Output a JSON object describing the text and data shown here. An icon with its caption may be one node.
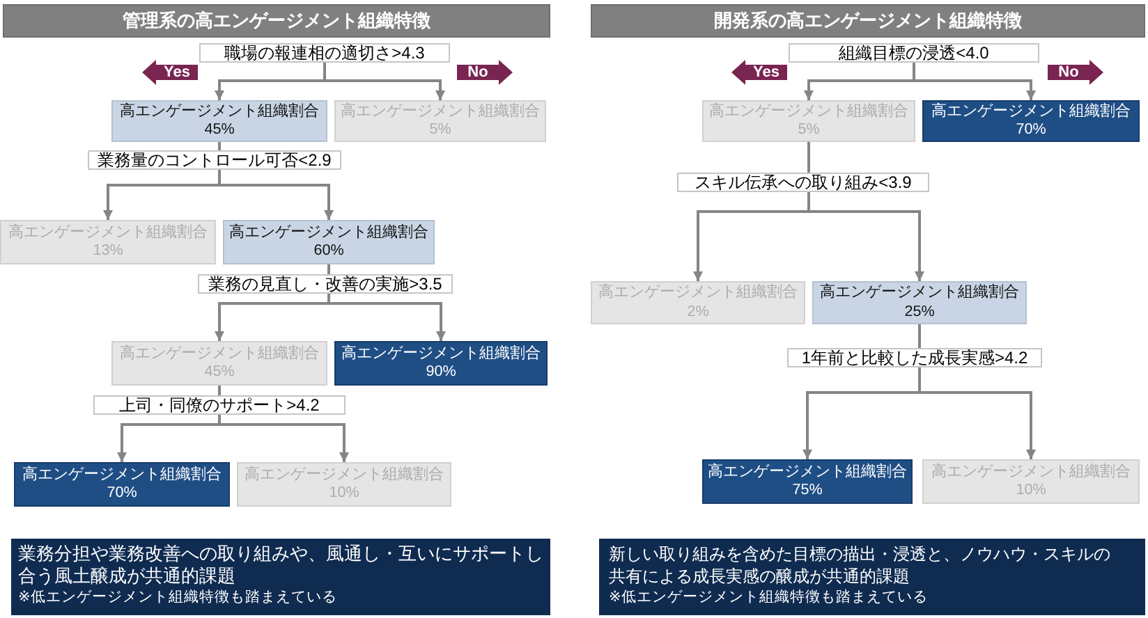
{
  "diagram": {
    "nodes": [
      {
        "text": [
          "管理系の高エンゲージメント組織特徴"
        ]
      },
      {
        "text": [
          "職場の報連相の適切さ>4.3"
        ]
      },
      {
        "text": [
          "Yes"
        ]
      },
      {
        "text": [
          "No"
        ]
      },
      {
        "text": [
          "高エンゲージメント組織割合",
          "45%"
        ]
      },
      {
        "text": [
          "高エンゲージメント組織割合",
          "5%"
        ]
      },
      {
        "text": [
          "業務量のコントロール可否<2.9"
        ]
      },
      {
        "text": [
          "高エンゲージメント組織割合",
          "13%"
        ]
      },
      {
        "text": [
          "高エンゲージメント組織割合",
          "60%"
        ]
      },
      {
        "text": [
          "業務の見直し・改善の実施>3.5"
        ]
      },
      {
        "text": [
          "高エンゲージメント組織割合",
          "45%"
        ]
      },
      {
        "text": [
          "高エンゲージメント組織割合",
          "90%"
        ]
      },
      {
        "text": [
          "上司・同僚のサポート>4.2"
        ]
      },
      {
        "text": [
          "高エンゲージメント組織割合",
          "70%"
        ]
      },
      {
        "text": [
          "高エンゲージメント組織割合",
          "10%"
        ]
      },
      {
        "text": [
          "業務分担や業務改善への取り組みや、風通し・互いにサポートし合う風土醸成が共通的課題",
          "※低エンゲージメント組織特徴も踏まえている"
        ]
      },
      {
        "text": [
          "開発系の高エンゲージメント組織特徴"
        ]
      },
      {
        "text": [
          "組織目標の浸透<4.0"
        ]
      },
      {
        "text": [
          "Yes"
        ]
      },
      {
        "text": [
          "No"
        ]
      },
      {
        "text": [
          "高エンゲージメント組織割合",
          "5%"
        ]
      },
      {
        "text": [
          "高エンゲージメント組織割合",
          "70%"
        ]
      },
      {
        "text": [
          "スキル伝承への取り組み<3.9"
        ]
      },
      {
        "text": [
          "高エンゲージメント組織割合",
          "2%"
        ]
      },
      {
        "text": [
          "高エンゲージメント組織割合",
          "25%"
        ]
      },
      {
        "text": [
          "1年前と比較した成長実感>4.2"
        ]
      },
      {
        "text": [
          "高エンゲージメント組織割合",
          "75%"
        ]
      },
      {
        "text": [
          "高エンゲージメント組織割合",
          "10%"
        ]
      },
      {
        "text": [
          "新しい取り組みを含めた目標の描出・浸透と、ノウハウ・スキルの共有による成長実感の醸成が共通的課題",
          "※低エンゲージメント組織特徴も踏まえている"
        ]
      }
    ],
    "edges": [
      {
        "from": 1,
        "to": 4,
        "arrow": "to"
      },
      {
        "from": 1,
        "to": 5,
        "arrow": "to"
      },
      {
        "from": 4,
        "to": 6,
        "arrow": "none"
      },
      {
        "from": 6,
        "to": 7,
        "arrow": "to"
      },
      {
        "from": 6,
        "to": 8,
        "arrow": "to"
      },
      {
        "from": 8,
        "to": 9,
        "arrow": "none"
      },
      {
        "from": 9,
        "to": 10,
        "arrow": "to"
      },
      {
        "from": 9,
        "to": 11,
        "arrow": "to"
      },
      {
        "from": 10,
        "to": 12,
        "arrow": "none"
      },
      {
        "from": 12,
        "to": 13,
        "arrow": "to"
      },
      {
        "from": 12,
        "to": 14,
        "arrow": "to"
      },
      {
        "from": 17,
        "to": 20,
        "arrow": "to"
      },
      {
        "from": 17,
        "to": 21,
        "arrow": "to"
      },
      {
        "from": 20,
        "to": 22,
        "arrow": "none"
      },
      {
        "from": 22,
        "to": 23,
        "arrow": "to"
      },
      {
        "from": 22,
        "to": 24,
        "arrow": "to"
      },
      {
        "from": 24,
        "to": 25,
        "arrow": "none"
      },
      {
        "from": 25,
        "to": 26,
        "arrow": "to"
      },
      {
        "from": 25,
        "to": 27,
        "arrow": "to"
      }
    ]
  }
}
